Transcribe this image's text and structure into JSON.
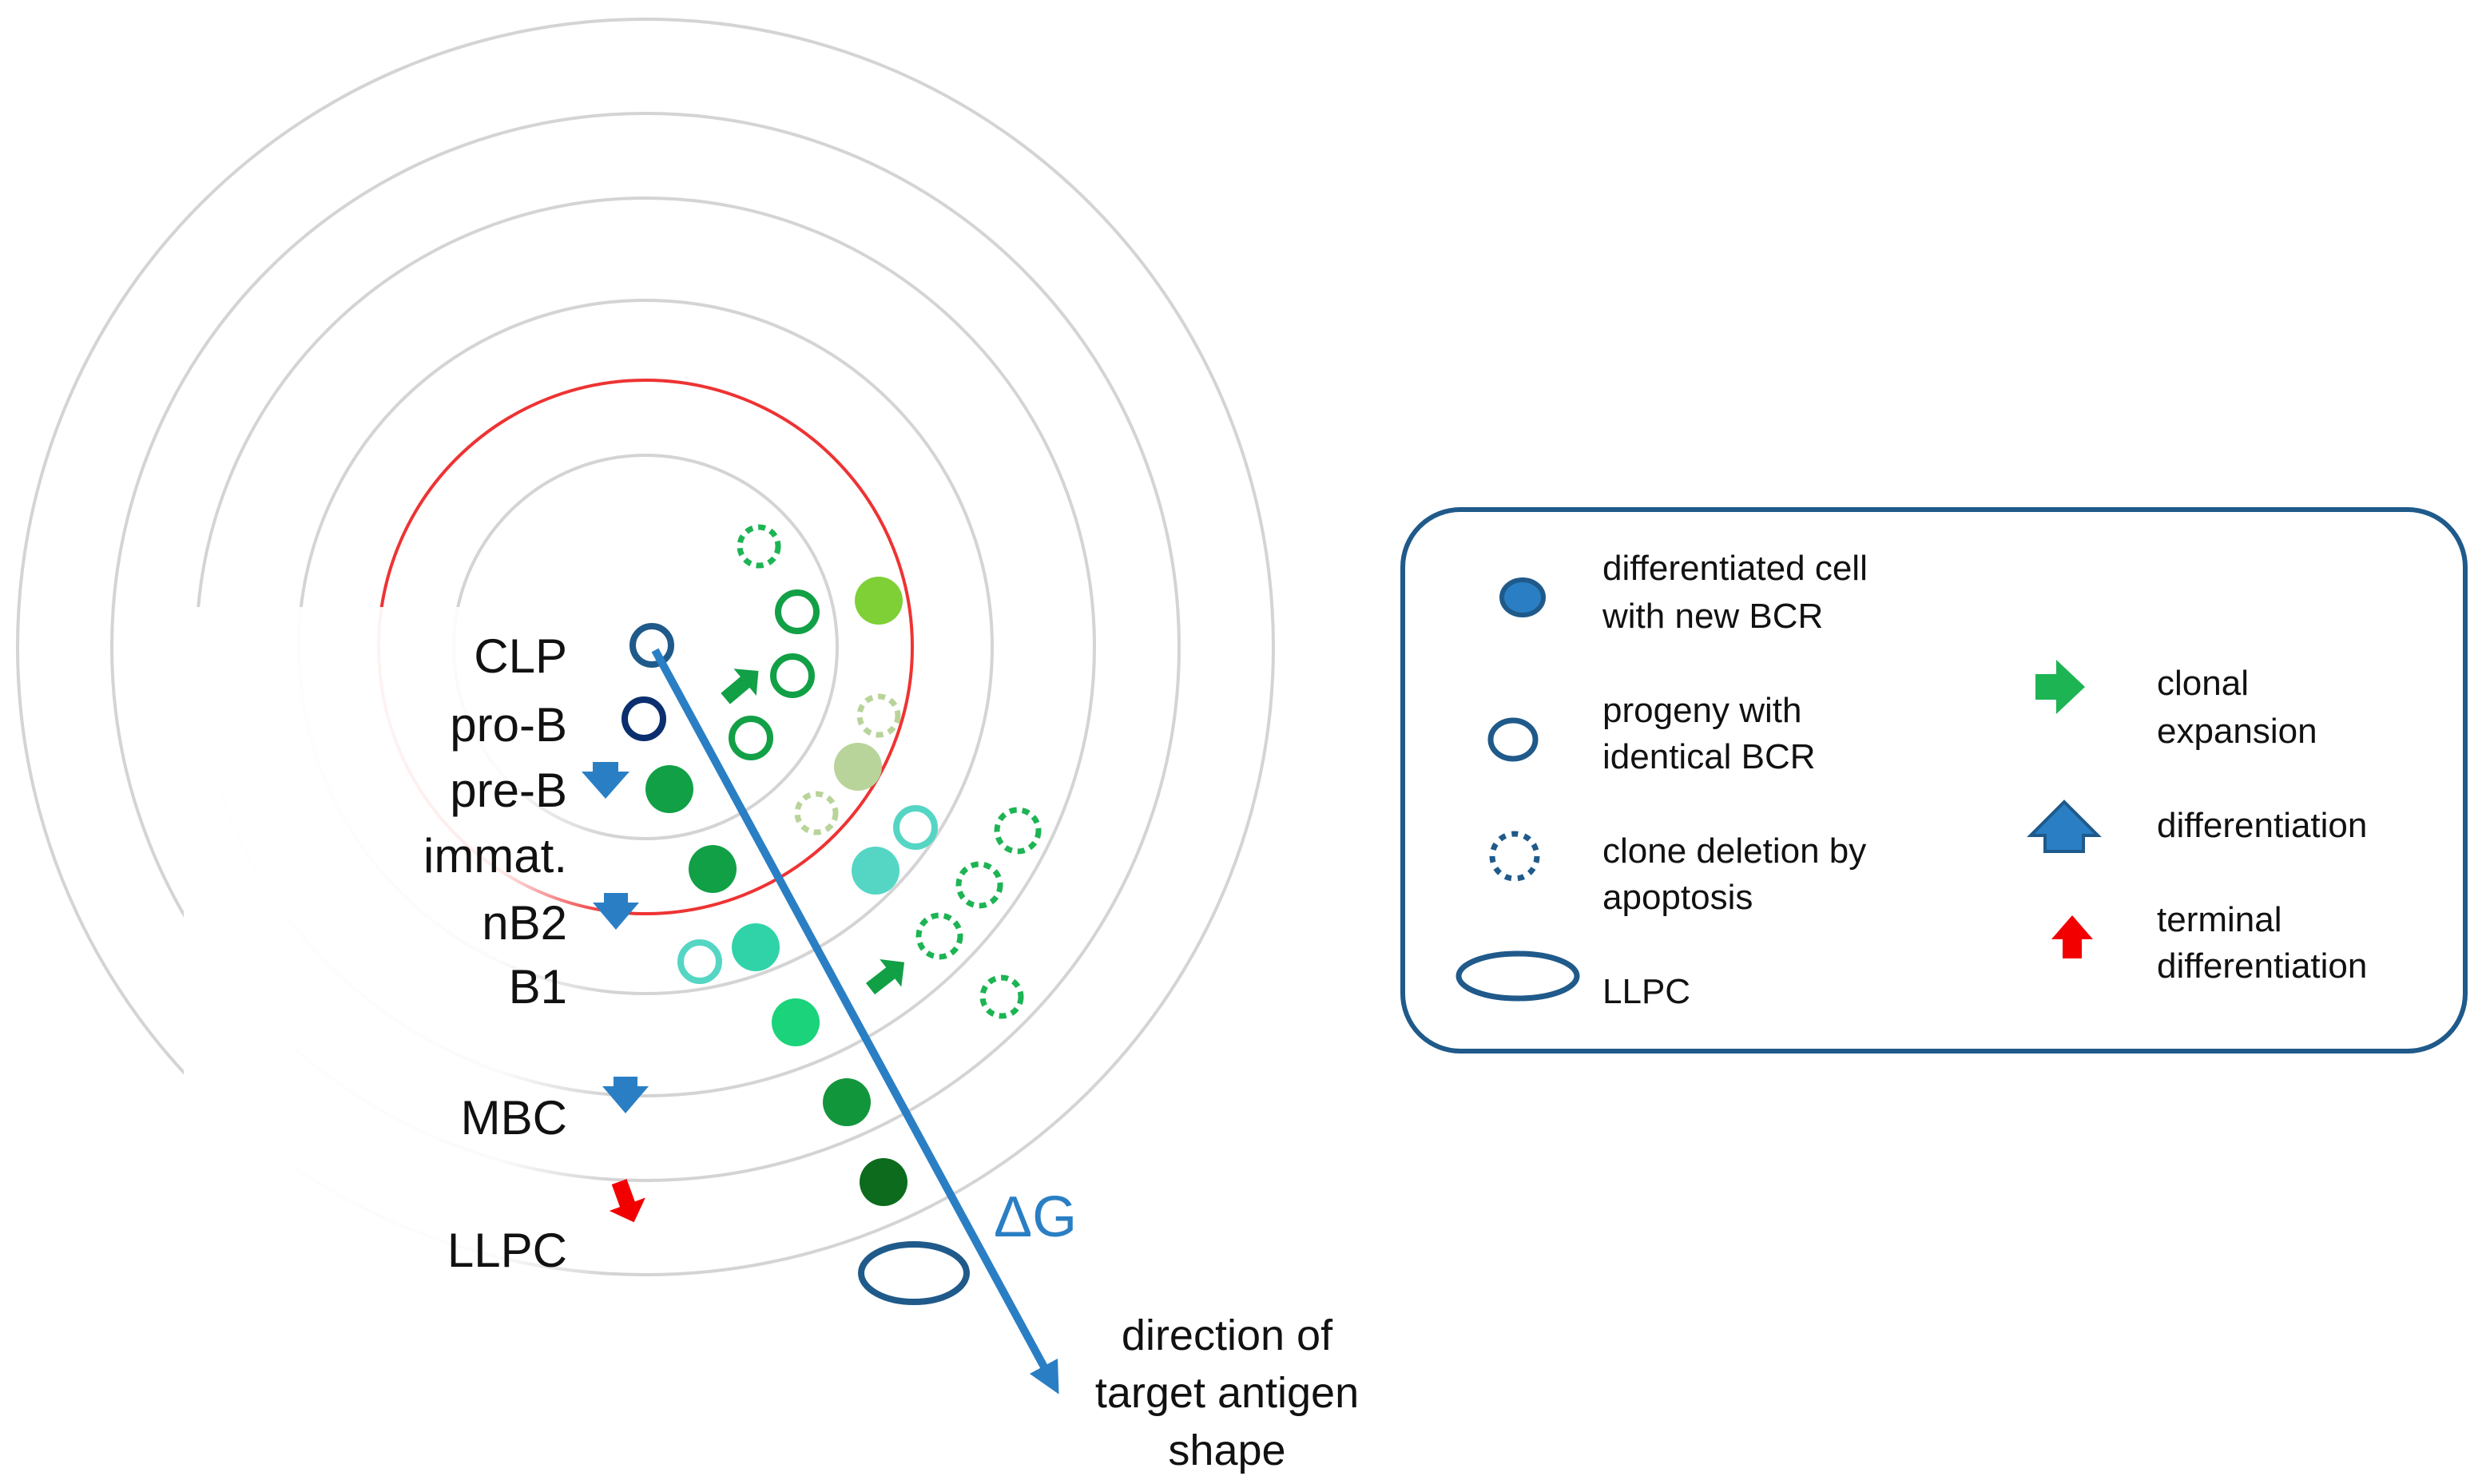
{
  "diagram": {
    "stage_labels": [
      "CLP",
      "pro-B",
      "pre-B",
      "immat.",
      "nB2",
      "B1",
      "MBC",
      "LLPC"
    ],
    "delta_g_label": "ΔG",
    "direction_label": [
      "direction of",
      "target antigen",
      "shape"
    ]
  },
  "legend": {
    "items": [
      {
        "icon": "filled-cell-icon",
        "lines": [
          "differentiated cell",
          "with new BCR"
        ]
      },
      {
        "icon": "open-cell-icon",
        "lines": [
          "progeny with",
          "identical BCR"
        ]
      },
      {
        "icon": "dotted-cell-icon",
        "lines": [
          "clone deletion by",
          "apoptosis"
        ]
      },
      {
        "icon": "llpc-ellipse-icon",
        "lines": [
          "LLPC"
        ]
      },
      {
        "icon": "green-arrow-icon",
        "lines": [
          "clonal",
          "expansion"
        ]
      },
      {
        "icon": "blue-triangle-icon",
        "lines": [
          "differentiation"
        ]
      },
      {
        "icon": "red-arrow-icon",
        "lines": [
          "terminal",
          "differentiation"
        ]
      }
    ]
  },
  "colors": {
    "ring": "#d4d4d4",
    "ring_highlight": "#ee3333",
    "blue_dark": "#1f5a8a",
    "blue_arrow": "#2a7fc4",
    "navy": "#0b2f6e",
    "green_bright": "#1db454",
    "green_mid": "#12a046",
    "green_dark": "#0d6b1e",
    "lime": "#7ed036",
    "pale_green": "#b9d49a",
    "teal": "#55d6c4",
    "red_arrow": "#f20000"
  }
}
